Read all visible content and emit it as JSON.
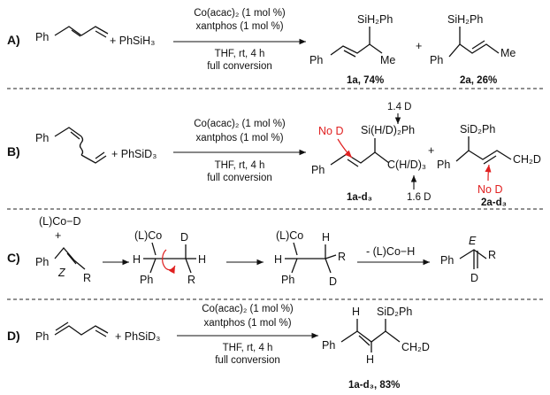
{
  "panels": {
    "A": {
      "label": "A",
      "reagent": "+ PhSiH₃",
      "conditions": [
        "Co(acac)₂ (1 mol %)",
        "xantphos (1 mol %)",
        "THF, rt, 4 h",
        "full conversion"
      ],
      "p1_si": "SiH₂Ph",
      "p1_me": "Me",
      "p1_yield": "1a, 74%",
      "p2_si": "SiH₂Ph",
      "p2_me": "Me",
      "p2_yield": "2a, 26%",
      "ph": "Ph"
    },
    "B": {
      "label": "B",
      "reagent": "+ PhSiD₃",
      "conditions": [
        "Co(acac)₂ (1 mol %)",
        "xantphos (1 mol %)",
        "THF, rt, 4 h",
        "full conversion"
      ],
      "no_d_1": "No D",
      "no_d_2": "No D",
      "d_top": "1.4 D",
      "d_bottom": "1.6 D",
      "p1_si": "Si(H/D)₂Ph",
      "p1_c": "C(H/D)₃",
      "p1_label": "1a-d₃",
      "p2_si": "SiD₂Ph",
      "p2_ch2d": "CH₂D",
      "p2_label": "2a-d₃",
      "plus": "+",
      "ph": "Ph"
    },
    "C": {
      "label": "C",
      "lco_d": "(L)Co−D",
      "plus": "+",
      "z": "Z",
      "r": "R",
      "ph": "Ph",
      "int1_lco": "(L)Co",
      "int1_h1": "H",
      "int1_d": "D",
      "int1_h2": "H",
      "int2_lco": "(L)Co",
      "int2_h": "H",
      "int2_d": "D",
      "elim": "- (L)Co−H",
      "e": "E"
    },
    "D": {
      "label": "D",
      "reagent": "+ PhSiD₃",
      "conditions": [
        "Co(acac)₂ (1 mol %)",
        "xantphos (1 mol %)",
        "THF, rt, 4 h",
        "full conversion"
      ],
      "p_si": "SiD₂Ph",
      "p_ch2d": "CH₂D",
      "p_h1": "H",
      "p_h2": "H",
      "p_label": "1a-d₃, 83%",
      "ph": "Ph"
    }
  }
}
